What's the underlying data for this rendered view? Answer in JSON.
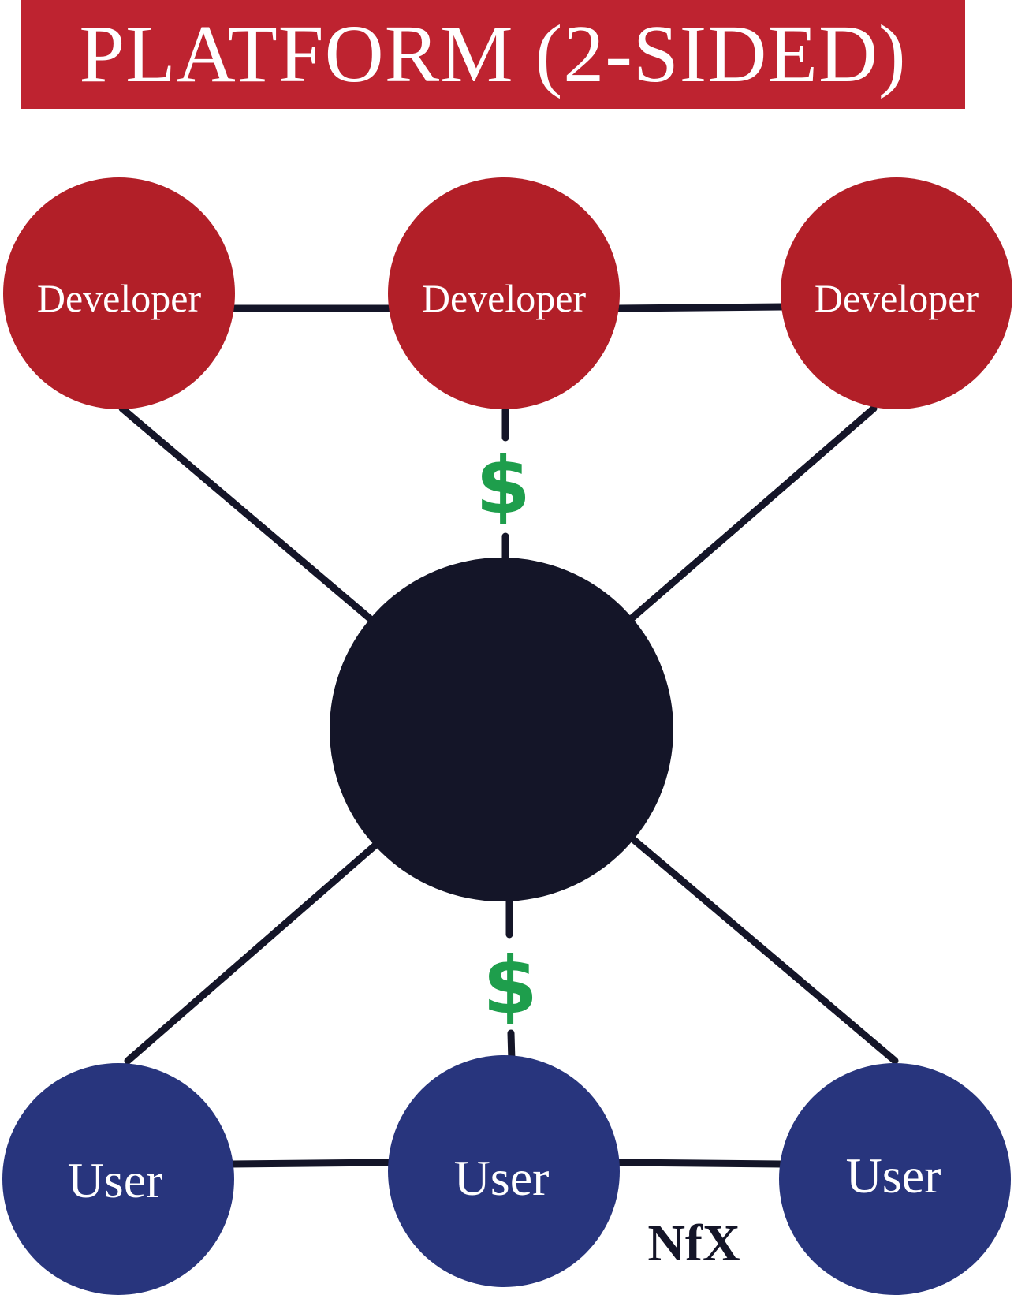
{
  "title": "PLATFORM (2-SIDED)",
  "colors": {
    "banner": "#be2330",
    "developer": "#b21f28",
    "user": "#28357d",
    "platform": "#141528",
    "edge": "#141528",
    "money": "#1e9e4c",
    "title_text": "#ffffff"
  },
  "developers": [
    {
      "label": "Developer"
    },
    {
      "label": "Developer"
    },
    {
      "label": "Developer"
    }
  ],
  "users": [
    {
      "label": "User"
    },
    {
      "label": "User"
    },
    {
      "label": "User"
    }
  ],
  "money_symbols": [
    {
      "symbol": "$"
    },
    {
      "symbol": "$"
    }
  ],
  "logo": "NfX"
}
